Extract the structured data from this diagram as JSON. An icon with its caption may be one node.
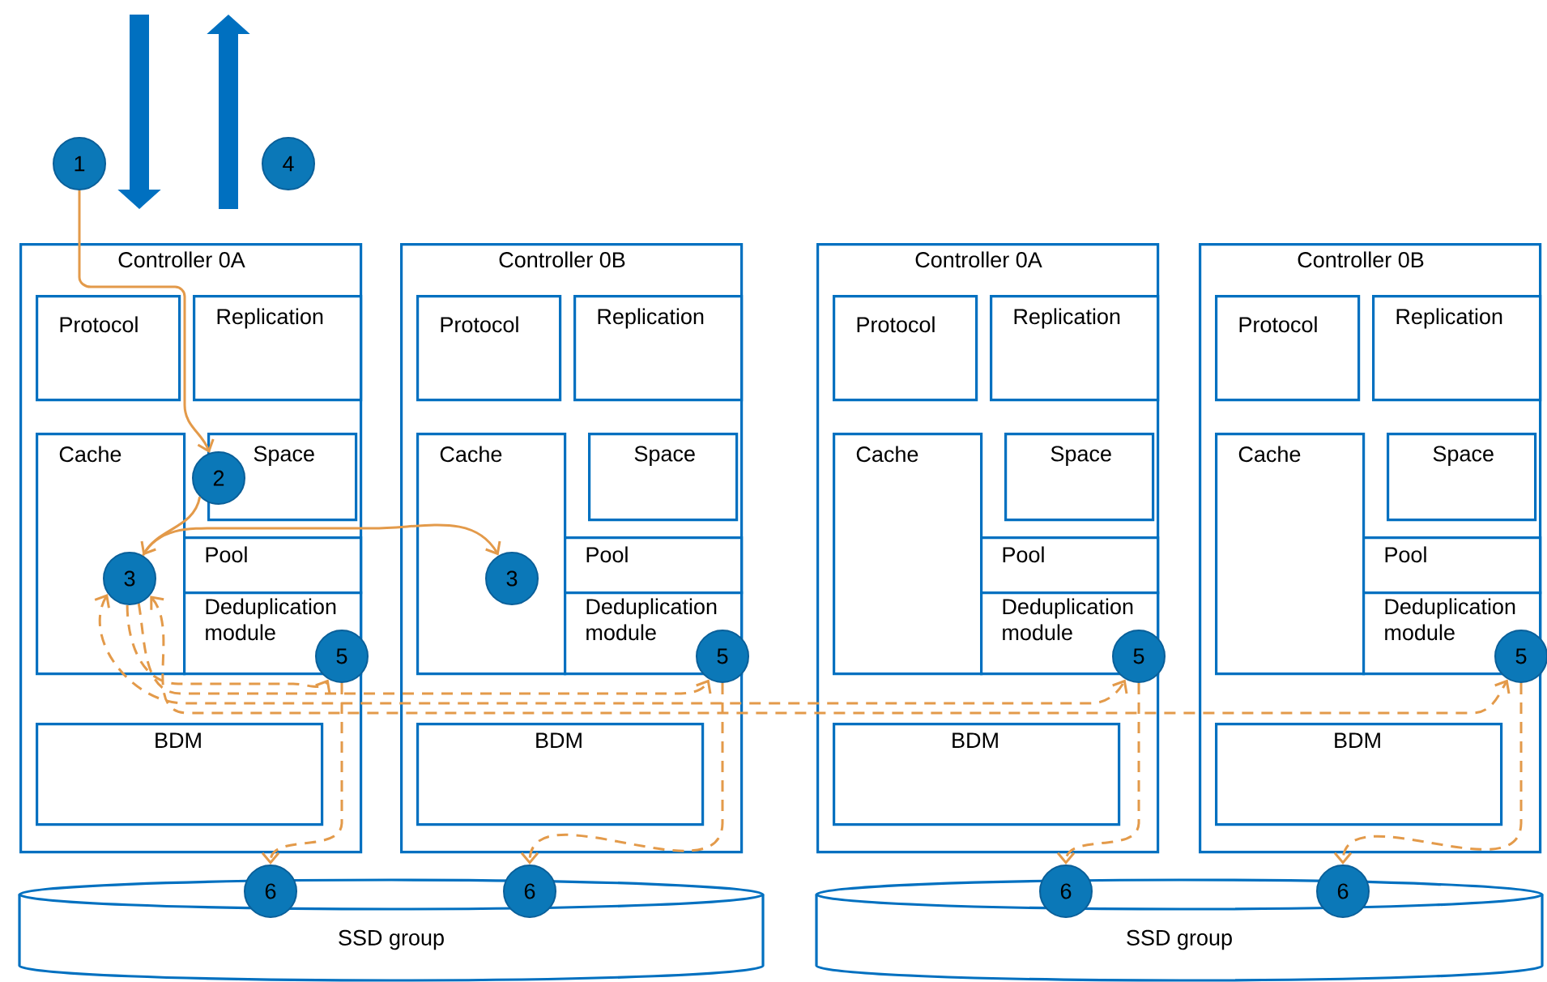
{
  "diagram": {
    "nodes": [
      {
        "text": [
          "Controller 0A"
        ]
      },
      {
        "text": [
          "Protocol"
        ],
        "in": 0
      },
      {
        "text": [
          "Replication"
        ],
        "in": 0
      },
      {
        "text": [
          "Cache"
        ],
        "in": 0
      },
      {
        "text": [
          "Space"
        ],
        "in": 0
      },
      {
        "text": [
          "Pool"
        ],
        "in": 0
      },
      {
        "text": [
          "Deduplication module"
        ],
        "in": 0
      },
      {
        "text": [
          "BDM"
        ],
        "in": 0
      },
      {
        "text": [
          "Controller 0B"
        ]
      },
      {
        "text": [
          "Protocol"
        ],
        "in": 8
      },
      {
        "text": [
          "Replication"
        ],
        "in": 8
      },
      {
        "text": [
          "Cache"
        ],
        "in": 8
      },
      {
        "text": [
          "Space"
        ],
        "in": 8
      },
      {
        "text": [
          "Pool"
        ],
        "in": 8
      },
      {
        "text": [
          "Deduplication module"
        ],
        "in": 8
      },
      {
        "text": [
          "BDM"
        ],
        "in": 8
      },
      {
        "text": [
          "Controller 0A"
        ]
      },
      {
        "text": [
          "Protocol"
        ],
        "in": 16
      },
      {
        "text": [
          "Replication"
        ],
        "in": 16
      },
      {
        "text": [
          "Cache"
        ],
        "in": 16
      },
      {
        "text": [
          "Space"
        ],
        "in": 16
      },
      {
        "text": [
          "Pool"
        ],
        "in": 16
      },
      {
        "text": [
          "Deduplication module"
        ],
        "in": 16
      },
      {
        "text": [
          "BDM"
        ],
        "in": 16
      },
      {
        "text": [
          "Controller 0B"
        ]
      },
      {
        "text": [
          "Protocol"
        ],
        "in": 24
      },
      {
        "text": [
          "Replication"
        ],
        "in": 24
      },
      {
        "text": [
          "Cache"
        ],
        "in": 24
      },
      {
        "text": [
          "Space"
        ],
        "in": 24
      },
      {
        "text": [
          "Pool"
        ],
        "in": 24
      },
      {
        "text": [
          "Deduplication module"
        ],
        "in": 24
      },
      {
        "text": [
          "BDM"
        ],
        "in": 24
      },
      {
        "text": [
          "1"
        ]
      },
      {
        "text": [
          "4"
        ]
      },
      {
        "text": [
          "2"
        ],
        "in": 0
      },
      {
        "text": [
          "3"
        ],
        "in": 3
      },
      {
        "text": [
          "3"
        ],
        "in": 11
      },
      {
        "text": [
          "5"
        ]
      },
      {
        "text": [
          "5"
        ]
      },
      {
        "text": [
          "5"
        ]
      },
      {
        "text": [
          "5"
        ]
      },
      {
        "text": [
          "6"
        ]
      },
      {
        "text": [
          "6"
        ]
      },
      {
        "text": [
          "6"
        ]
      },
      {
        "text": [
          "6"
        ]
      },
      {
        "text": [
          "SSD group"
        ]
      },
      {
        "text": [
          "SSD group"
        ]
      }
    ],
    "edges": [
      {
        "from": 32,
        "to": 34,
        "arrow": "to"
      },
      {
        "from": 34,
        "to": 35,
        "arrow": "to"
      },
      {
        "from": 35,
        "to": 36,
        "arrow": "to"
      },
      {
        "from": 35,
        "to": 37,
        "arrow": "to",
        "style": "dashed"
      },
      {
        "from": 35,
        "to": 38,
        "arrow": "to",
        "style": "dashed"
      },
      {
        "from": 35,
        "to": 39,
        "arrow": "both",
        "style": "dashed"
      },
      {
        "from": 35,
        "to": 40,
        "arrow": "both",
        "style": "dashed"
      },
      {
        "from": 37,
        "to": 41,
        "arrow": "to",
        "style": "dashed"
      },
      {
        "from": 38,
        "to": 42,
        "arrow": "to",
        "style": "dashed"
      },
      {
        "from": 39,
        "to": 43,
        "arrow": "to",
        "style": "dashed"
      },
      {
        "from": 40,
        "to": 44,
        "arrow": "to",
        "style": "dashed"
      }
    ]
  }
}
